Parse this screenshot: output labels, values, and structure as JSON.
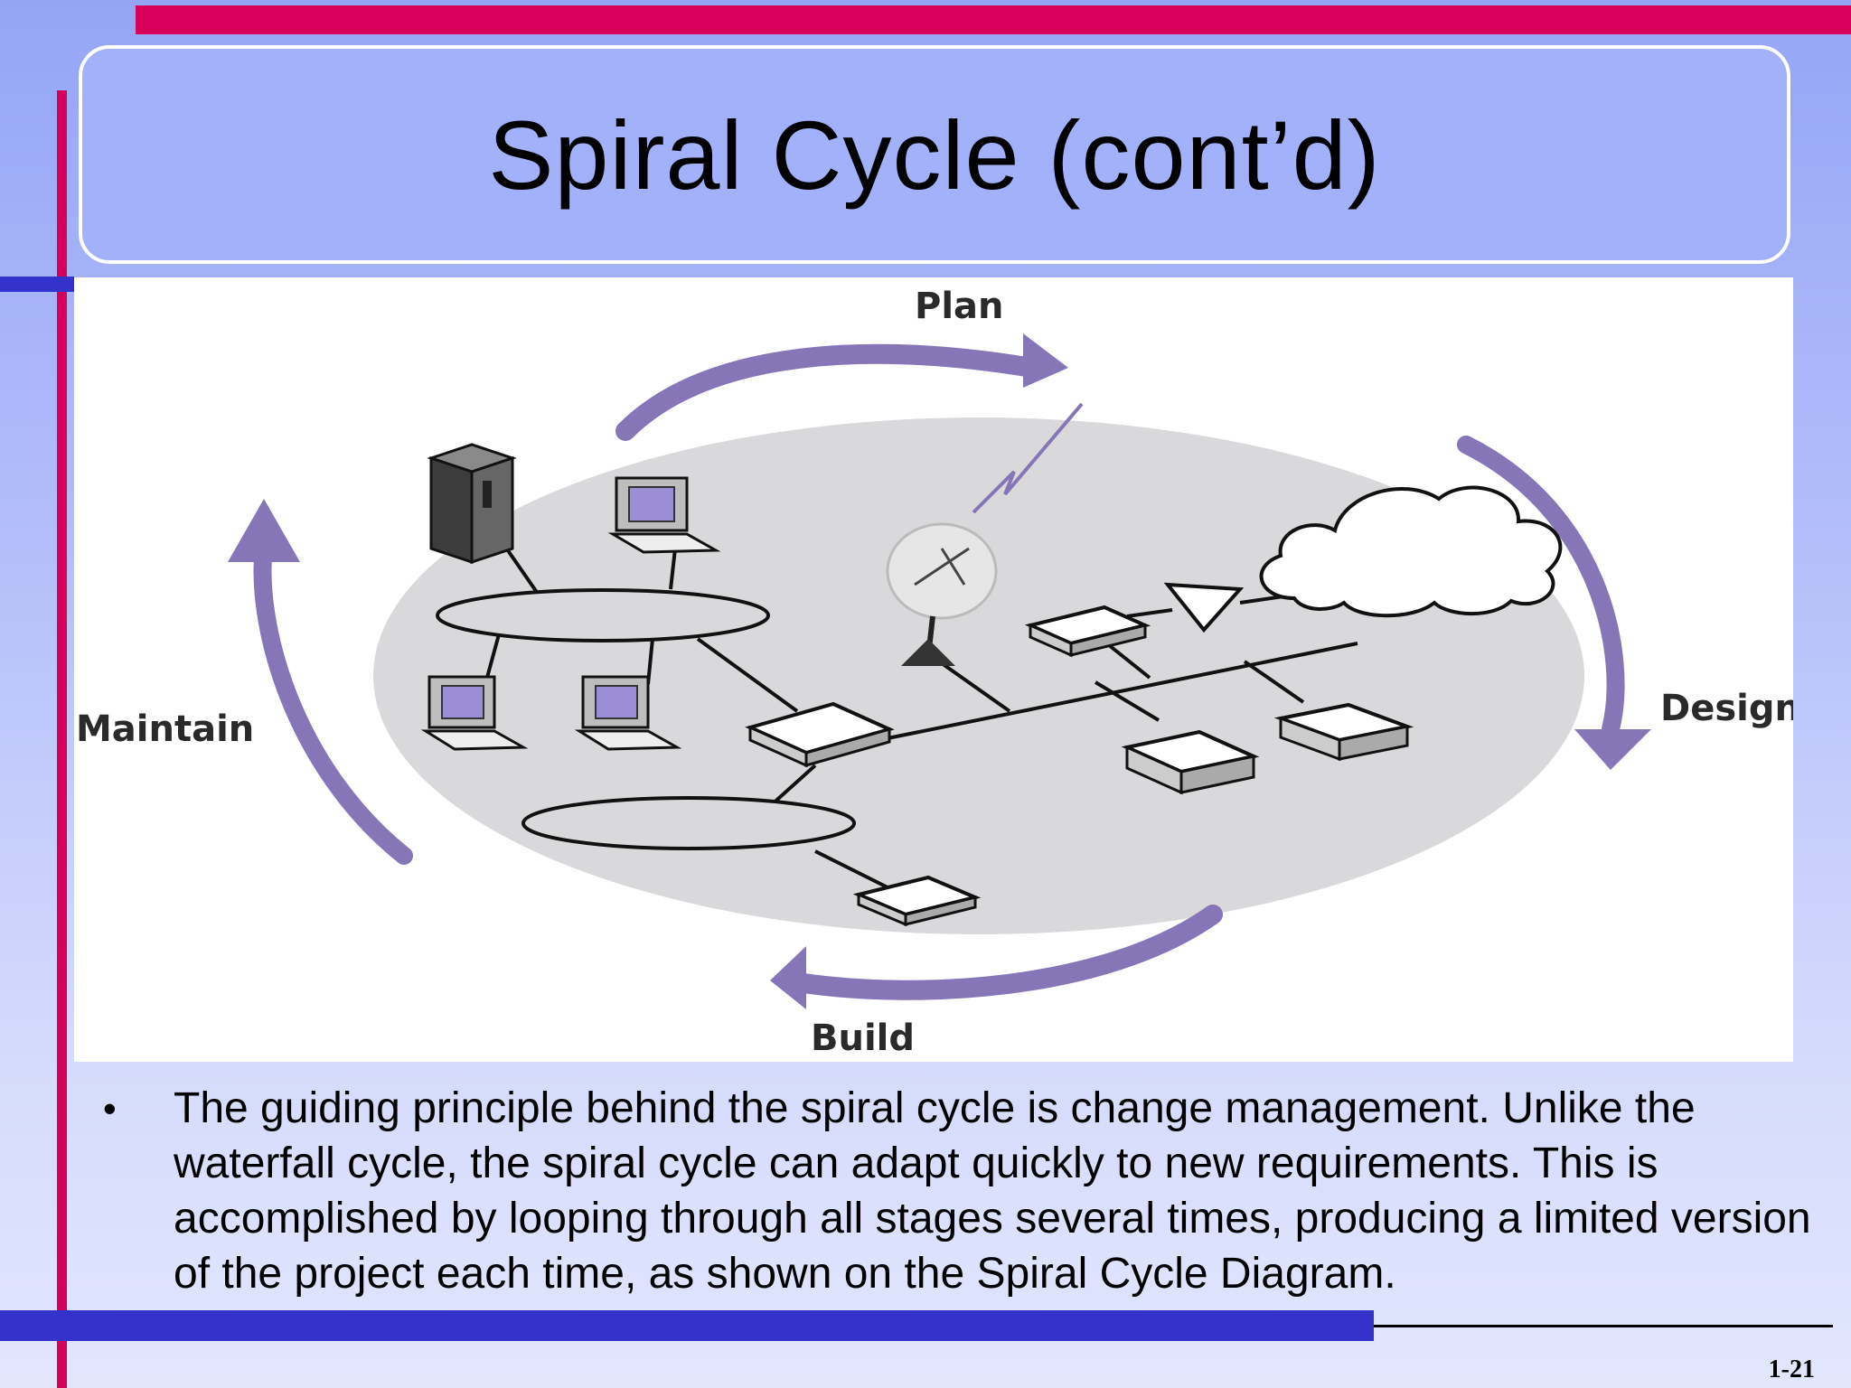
{
  "slide": {
    "title": "Spiral Cycle (cont’d)",
    "bullet": "The guiding principle behind the spiral cycle is change management. Unlike the waterfall cycle, the spiral cycle can adapt quickly to new requirements. This is accomplished by looping through all stages several times, producing a limited version of the project each time, as shown on the Spiral Cycle Diagram.",
    "slide_number": "1-21"
  },
  "diagram": {
    "stages": {
      "plan": "Plan",
      "design": "Design",
      "build": "Build",
      "maintain": "Maintain"
    },
    "colors": {
      "arrow": "#8676b8",
      "ellipse_fill": "#d9d9dc",
      "screen": "#9b8ed6",
      "accent_bar": "#d6005a",
      "blue_bar": "#3333cc"
    }
  }
}
